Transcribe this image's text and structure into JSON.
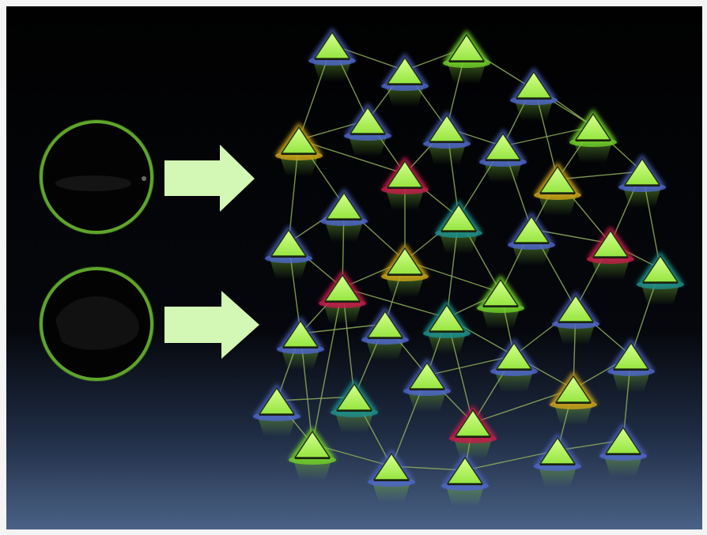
{
  "colors": {
    "background_top": "#010101",
    "background_bottom": "#4a6286",
    "frame": "#f4f4f4",
    "circle_ring": "#5fa52a",
    "arrow_fill": "#d3f7b4",
    "triangle_fill": "#b7ff5c",
    "link_line": "#8fae5c",
    "halo_blue": "#4f67c9",
    "halo_yellow": "#c9a21a",
    "halo_red": "#c21f48",
    "halo_teal": "#1f8f8a"
  },
  "inputs": [
    {
      "id": "input-1",
      "ring": "circle_ring",
      "arrow": "arrow_fill"
    },
    {
      "id": "input-2",
      "ring": "circle_ring",
      "arrow": "arrow_fill"
    }
  ],
  "network": {
    "node_count": 38,
    "highlight_kinds": [
      "blue",
      "yellow",
      "red",
      "teal"
    ]
  }
}
